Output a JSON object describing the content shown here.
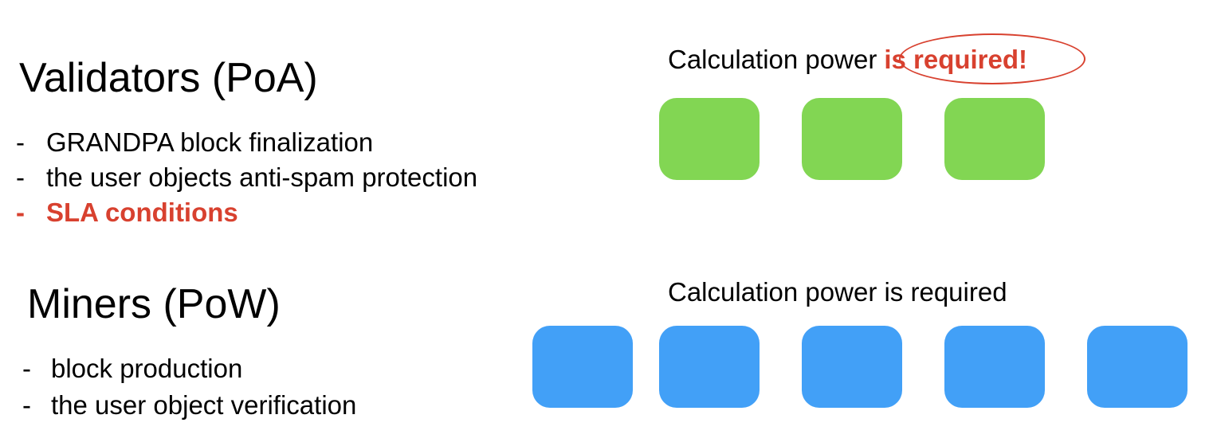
{
  "colors": {
    "text": "#000000",
    "accent_red": "#d8412f",
    "validator_green": "#82d653",
    "miner_blue": "#42a0f7"
  },
  "validators": {
    "title": "Validators (PoA)",
    "items": [
      {
        "dash": "-",
        "text": "GRANDPA block finalization",
        "highlight": false
      },
      {
        "dash": "-",
        "text": "the user objects anti-spam protection",
        "highlight": false
      },
      {
        "dash": "-",
        "text": "SLA conditions",
        "highlight": true
      }
    ],
    "caption": {
      "prefix": "Calculation power",
      "emphasis": "is required!"
    },
    "node_count": 3
  },
  "miners": {
    "title": "Miners (PoW)",
    "items": [
      {
        "dash": "-",
        "text": "block production"
      },
      {
        "dash": "-",
        "text": "the user object verification"
      }
    ],
    "caption": "Calculation power is required",
    "node_count": 5
  }
}
